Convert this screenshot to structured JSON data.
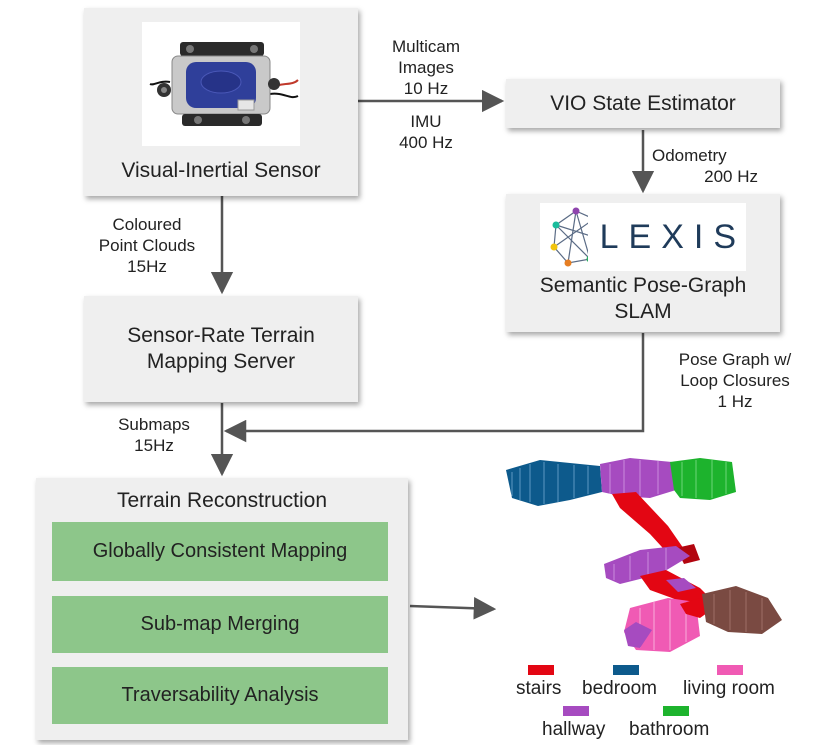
{
  "colors": {
    "box_bg": "#efefef",
    "arrow": "#555555",
    "green": "#8dc68a",
    "lexis_text": "#1f3b5a",
    "stairs": "#e30613",
    "bedroom": "#0d5a8c",
    "living_room": "#f05ab4",
    "hallway": "#a64bc0",
    "bathroom": "#1db32d"
  },
  "boxes": {
    "sensor": "Visual-Inertial Sensor",
    "vio": "VIO State Estimator",
    "slam_line1": "Semantic Pose-Graph",
    "slam_line2": "SLAM",
    "lexis_logo": "LEXIS",
    "mapping_line1": "Sensor-Rate Terrain",
    "mapping_line2": "Mapping Server",
    "terrain_title": "Terrain Reconstruction",
    "step1": "Globally Consistent Mapping",
    "step2": "Sub-map Merging",
    "step3": "Traversability Analysis"
  },
  "labels": {
    "multicam": [
      "Multicam",
      "Images",
      "10 Hz"
    ],
    "imu": [
      "IMU",
      "400 Hz"
    ],
    "odometry": [
      "Odometry",
      "200 Hz"
    ],
    "coloured": [
      "Coloured",
      "Point Clouds",
      "15Hz"
    ],
    "posegraph": [
      "Pose Graph w/",
      "Loop Closures",
      "1 Hz"
    ],
    "submaps": [
      "Submaps",
      "15Hz"
    ]
  },
  "legend": {
    "stairs": "stairs",
    "bedroom": "bedroom",
    "living_room": "living room",
    "hallway": "hallway",
    "bathroom": "bathroom"
  }
}
